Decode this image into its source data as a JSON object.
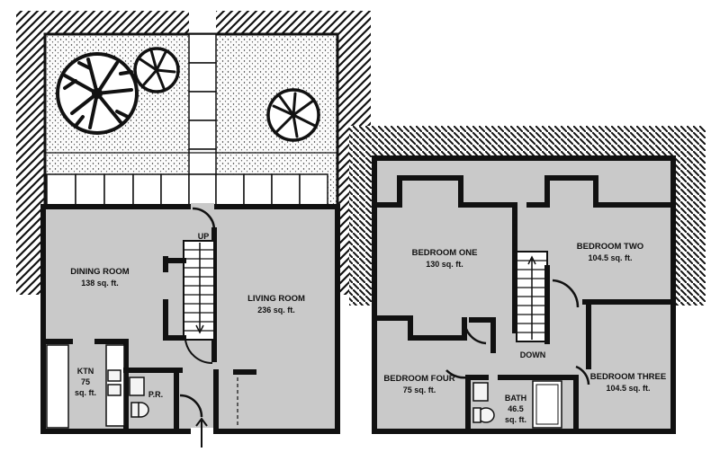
{
  "first_floor": {
    "rooms": [
      {
        "name": "DINING ROOM",
        "area": "138 sq. ft."
      },
      {
        "name": "LIVING ROOM",
        "area": "236 sq. ft."
      },
      {
        "name": "KTN",
        "area": "75",
        "area_unit": "sq. ft."
      },
      {
        "name": "P.R."
      }
    ],
    "stair_label": "UP"
  },
  "second_floor": {
    "rooms": [
      {
        "name": "BEDROOM ONE",
        "area": "130 sq. ft."
      },
      {
        "name": "BEDROOM TWO",
        "area": "104.5 sq. ft."
      },
      {
        "name": "BEDROOM THREE",
        "area": "104.5 sq. ft."
      },
      {
        "name": "BEDROOM FOUR",
        "area": "75 sq. ft."
      },
      {
        "name": "BATH",
        "area": "46.5",
        "area_unit": "sq. ft."
      }
    ],
    "stair_label": "DOWN"
  },
  "colors": {
    "floor_fill": "#c9c9c9",
    "wall": "#111111",
    "patio": "#f2f2f2",
    "landscape": "#2a2a2a"
  }
}
